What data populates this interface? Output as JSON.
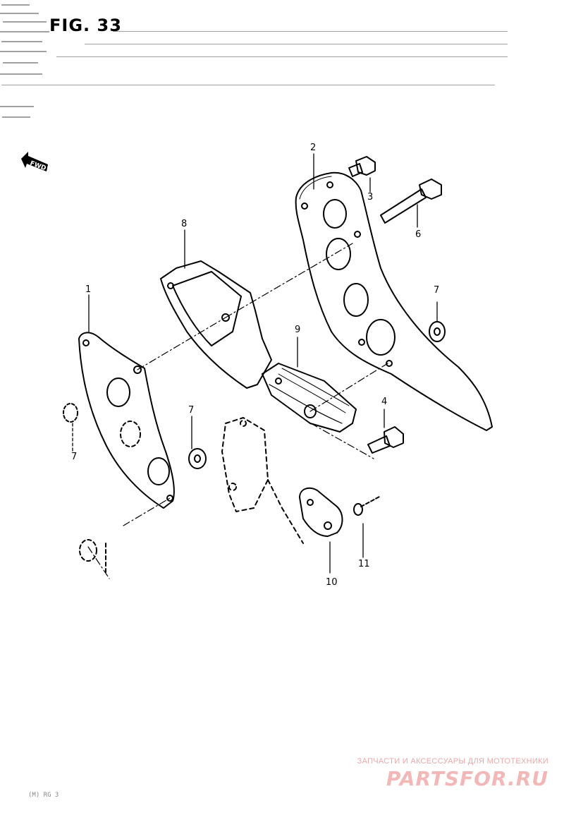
{
  "figure": {
    "title": "FIG. 33",
    "direction_badge": "FWD"
  },
  "callouts": {
    "c1": "1",
    "c2": "2",
    "c3": "3",
    "c4": "4",
    "c6": "6",
    "c7a": "7",
    "c7b": "7",
    "c7c": "7",
    "c8": "8",
    "c9": "9",
    "c10": "10",
    "c11": "11"
  },
  "watermark": {
    "tagline": "ЗАПЧАСТИ И АКСЕССУАРЫ ДЛЯ МОТОТЕХНИКИ",
    "logo": "PARTSFOR.RU"
  },
  "footer": {
    "code": "(M)  RG  3"
  },
  "colors": {
    "ink": "#000000",
    "watermark": "#f2b8b8",
    "paper": "#ffffff"
  },
  "icons": [
    "fwd-arrow-icon"
  ]
}
